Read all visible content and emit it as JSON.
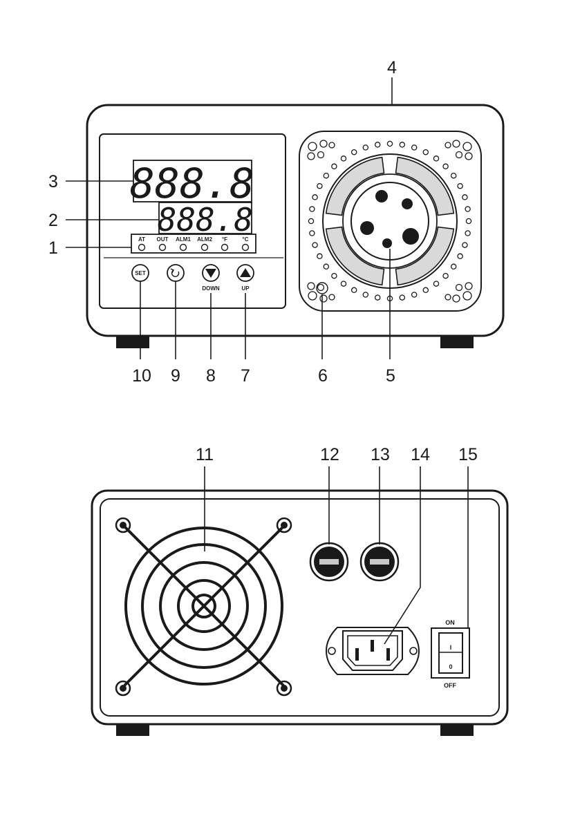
{
  "callouts": {
    "n1": "1",
    "n2": "2",
    "n3": "3",
    "n4": "4",
    "n5": "5",
    "n6": "6",
    "n7": "7",
    "n8": "8",
    "n9": "9",
    "n10": "10",
    "n11": "11",
    "n12": "12",
    "n13": "13",
    "n14": "14",
    "n15": "15"
  },
  "display": {
    "upper_value": "888.8",
    "lower_value": "888.8",
    "indicators": [
      "AT",
      "OUT",
      "ALM1",
      "ALM2",
      "°F",
      "°C"
    ]
  },
  "buttons": {
    "set_label": "SET",
    "down_label": "DOWN",
    "up_label": "UP"
  },
  "rear": {
    "switch_on_label": "ON",
    "switch_off_label": "OFF",
    "switch_on_mark": "I",
    "switch_off_mark": "0"
  },
  "colors": {
    "line": "#1a1a1a",
    "sleeve": "#d9d9d9",
    "fuse_bar": "#c8c8c8"
  }
}
